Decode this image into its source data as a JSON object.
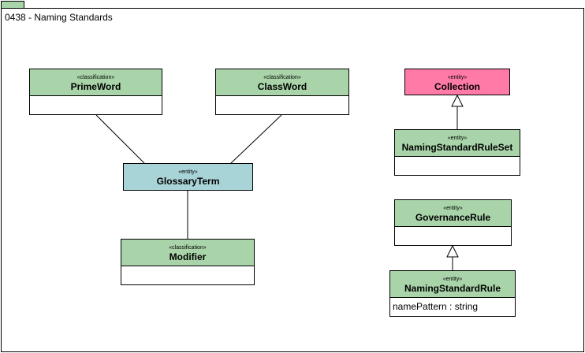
{
  "package": {
    "title": "0438 - Naming Standards"
  },
  "colors": {
    "classification": "#a9d4a9",
    "glossary": "#a9d4d7",
    "collection": "#ff7aa6",
    "border": "#000000"
  },
  "classes": {
    "prime_word": {
      "stereotype": "«classification»",
      "name": "PrimeWord"
    },
    "class_word": {
      "stereotype": "«classification»",
      "name": "ClassWord"
    },
    "collection": {
      "stereotype": "«entity»",
      "name": "Collection"
    },
    "glossary_term": {
      "stereotype": "«entity»",
      "name": "GlossaryTerm"
    },
    "naming_standard_rule_set": {
      "stereotype": "«entity»",
      "name": "NamingStandardRuleSet"
    },
    "modifier": {
      "stereotype": "«classification»",
      "name": "Modifier"
    },
    "governance_rule": {
      "stereotype": "«entity»",
      "name": "GovernanceRule"
    },
    "naming_standard_rule": {
      "stereotype": "«entity»",
      "name": "NamingStandardRule",
      "attributes": [
        "namePattern : string"
      ]
    }
  }
}
